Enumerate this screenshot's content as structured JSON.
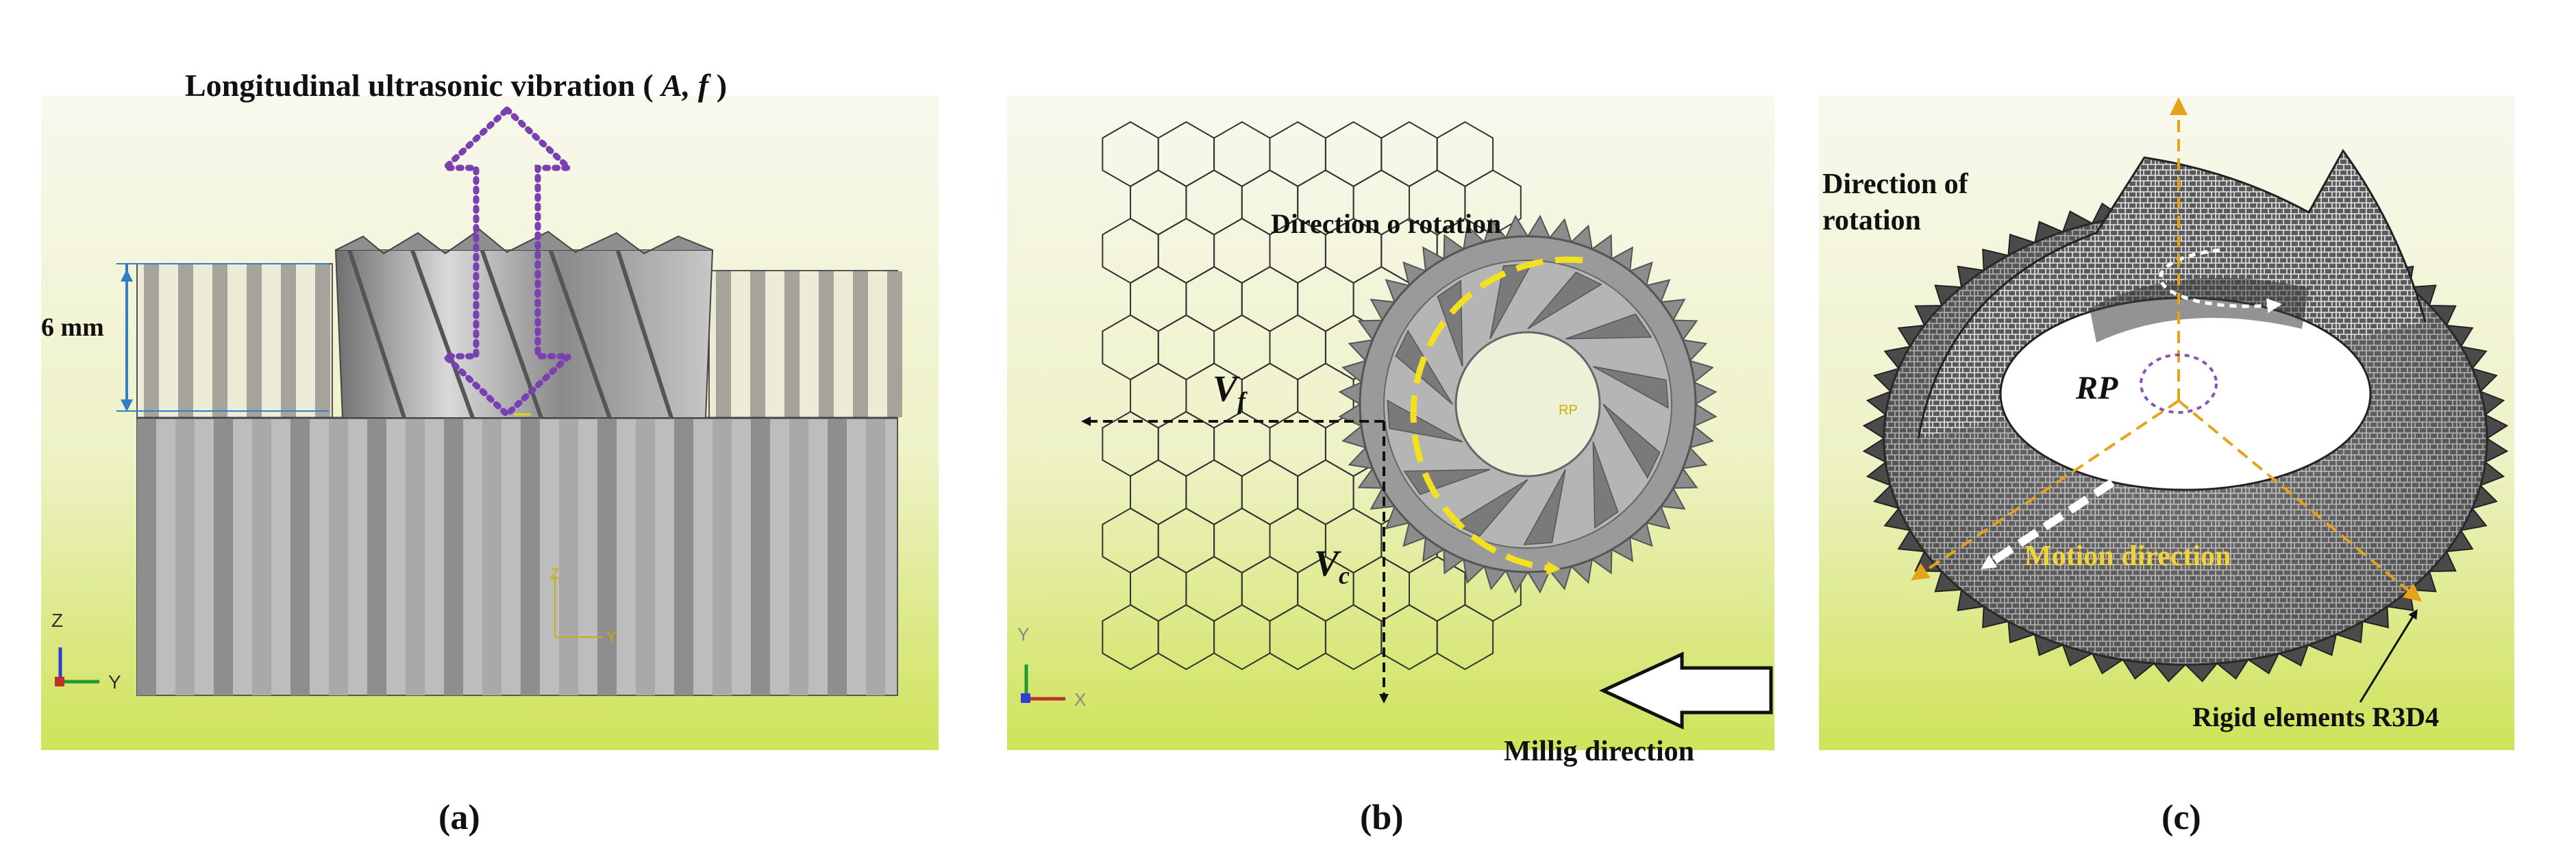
{
  "panel_a": {
    "title_prefix": "Longitudinal ultrasonic vibration ( ",
    "title_vars": "A, f",
    "title_suffix": " )",
    "dimension_label": "6 mm",
    "axis_z": "Z",
    "axis_y": "Y",
    "caption": "(a)"
  },
  "panel_b": {
    "rotation_label": "Direction o rotation",
    "vf_main": "V",
    "vf_sub": "f",
    "vc_main": "V",
    "vc_sub": "c",
    "rp_label": "RP",
    "milling_label": "Millig direction",
    "axis_y": "Y",
    "axis_x": "X",
    "caption": "(b)"
  },
  "panel_c": {
    "rotation_label_line1": "Direction of",
    "rotation_label_line2": "rotation",
    "rp_label": "RP",
    "motion_label": "Motion direction",
    "rigid_label": "Rigid elements R3D4",
    "caption": "(c)"
  },
  "colors": {
    "background_top": "#f7f8ea",
    "background_bottom": "#cfe35a",
    "vibration_arrow": "#7a3fb0",
    "dimension_arrow": "#2f7fc8",
    "rotation_arrow": "#f2e021",
    "rp_marker": "#8a52b8",
    "motion_axes": "#e6a21b",
    "motion_label": "#f0d23c"
  }
}
